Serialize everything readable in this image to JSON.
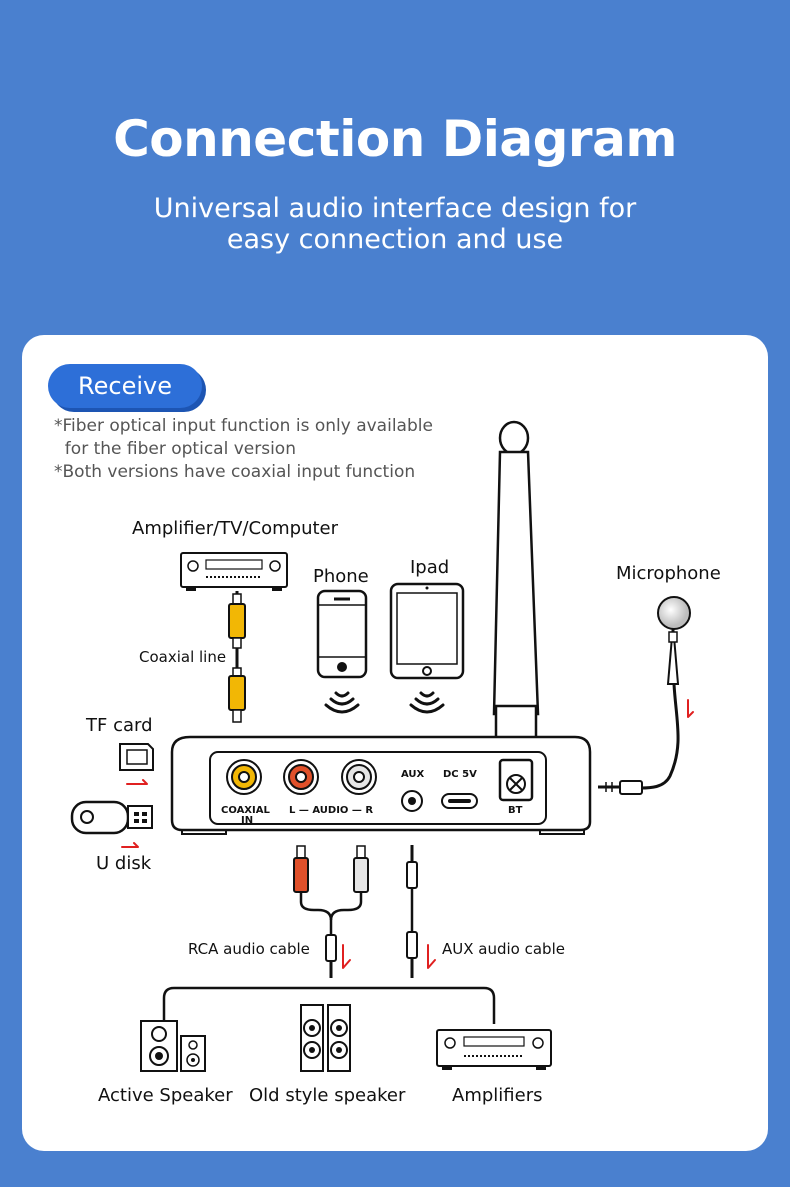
{
  "header": {
    "title": "Connection Diagram",
    "subtitle_line1": "Universal audio interface design for",
    "subtitle_line2": "easy connection and use"
  },
  "mode": {
    "label": "Receive"
  },
  "notes": {
    "line1": "*Fiber optical input function is only available",
    "line2": "  for the fiber optical version",
    "line3": "*Both versions have coaxial input function"
  },
  "sources": {
    "amplifier_tv_computer": "Amplifier/TV/Computer",
    "phone": "Phone",
    "ipad": "Ipad",
    "microphone": "Microphone",
    "coaxial_line": "Coaxial line",
    "tf_card": "TF card",
    "u_disk": "U disk"
  },
  "device_panel": {
    "coaxial": "COAXIAL",
    "in": "IN",
    "audio": "L — AUDIO — R",
    "aux": "AUX",
    "dc": "DC 5V",
    "bt": "BT"
  },
  "cables": {
    "rca": "RCA audio cable",
    "aux": "AUX audio cable"
  },
  "outputs": {
    "active_speaker": "Active Speaker",
    "old_style_speaker": "Old style speaker",
    "amplifiers": "Amplifiers"
  },
  "colors": {
    "background": "#4a80cf",
    "card": "#ffffff",
    "pill": "#2d6fd8",
    "coaxial_yellow": "#f2b705",
    "rca_red": "#e0502a",
    "rca_white": "#e6e6e6",
    "arrow_red": "#e02020"
  }
}
